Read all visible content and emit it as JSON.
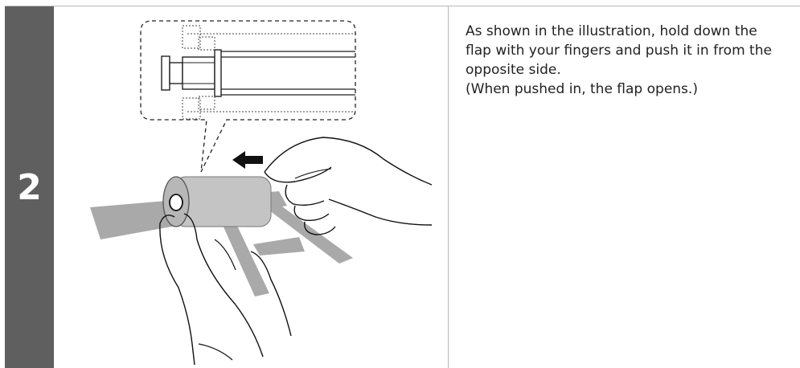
{
  "step": {
    "number": "2"
  },
  "instructions": {
    "line1": "As shown in the illustration, hold down the flap with your fingers and push it in from the opposite side.",
    "line2": "(When pushed in, the flap opens.)"
  },
  "illustration": {
    "icons": [
      "zoom-callout-icon",
      "push-direction-arrow-icon",
      "roll-holder-icon",
      "left-hand-icon",
      "right-hand-icon"
    ]
  }
}
